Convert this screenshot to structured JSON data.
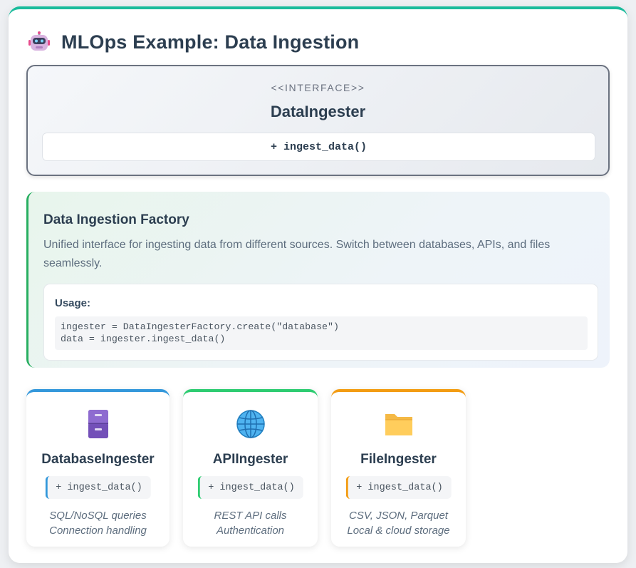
{
  "header": {
    "icon": "robot-icon",
    "title": "MLOps Example: Data Ingestion"
  },
  "interface": {
    "stereotype": "<<INTERFACE>>",
    "name": "DataIngester",
    "method": "+ ingest_data()"
  },
  "factory": {
    "title": "Data Ingestion Factory",
    "description": "Unified interface for ingesting data from different sources. Switch between databases, APIs, and files seamlessly.",
    "usage_label": "Usage:",
    "code_lines": [
      "ingester = DataIngesterFactory.create(\"database\")",
      "data = ingester.ingest_data()"
    ]
  },
  "implementations": [
    {
      "icon": "file-cabinet-icon",
      "name": "DatabaseIngester",
      "method": "+ ingest_data()",
      "notes": [
        "SQL/NoSQL queries",
        "Connection handling"
      ],
      "color": "#3498db"
    },
    {
      "icon": "globe-icon",
      "name": "APIIngester",
      "method": "+ ingest_data()",
      "notes": [
        "REST API calls",
        "Authentication"
      ],
      "color": "#2ecc71"
    },
    {
      "icon": "folder-icon",
      "name": "FileIngester",
      "method": "+ ingest_data()",
      "notes": [
        "CSV, JSON, Parquet",
        "Local & cloud storage"
      ],
      "color": "#f39c12"
    }
  ]
}
